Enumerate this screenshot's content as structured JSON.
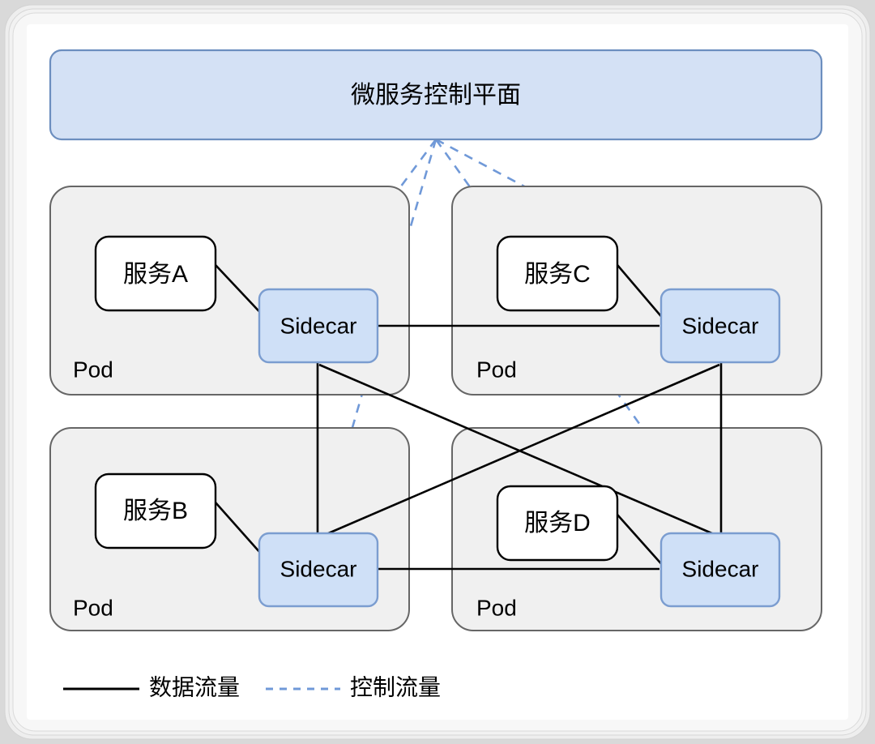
{
  "diagram": {
    "title": "微服务控制平面",
    "control_plane": {
      "label": "微服务控制平面",
      "fill": "#d4e1f5",
      "stroke": "#6c8ebf"
    },
    "pods": [
      {
        "id": "pod-a",
        "pod_label": "Pod",
        "service_label": "服务A",
        "sidecar_label": "Sidecar"
      },
      {
        "id": "pod-c",
        "pod_label": "Pod",
        "service_label": "服务C",
        "sidecar_label": "Sidecar"
      },
      {
        "id": "pod-b",
        "pod_label": "Pod",
        "service_label": "服务B",
        "sidecar_label": "Sidecar"
      },
      {
        "id": "pod-d",
        "pod_label": "Pod",
        "service_label": "服务D",
        "sidecar_label": "Sidecar"
      }
    ],
    "legend": {
      "data_traffic": "数据流量",
      "control_traffic": "控制流量"
    },
    "colors": {
      "sidecar_fill": "#cfe0f7",
      "sidecar_stroke": "#7b9dd0",
      "pod_fill": "#f0f0f0",
      "pod_stroke": "#666666",
      "service_fill": "#ffffff",
      "service_stroke": "#000000",
      "data_line": "#000000",
      "control_line": "#7099d8",
      "frame_fill": "#ffffff",
      "frame_shadow": "#e8e8e8",
      "page_background": "#d8d8d8"
    }
  }
}
